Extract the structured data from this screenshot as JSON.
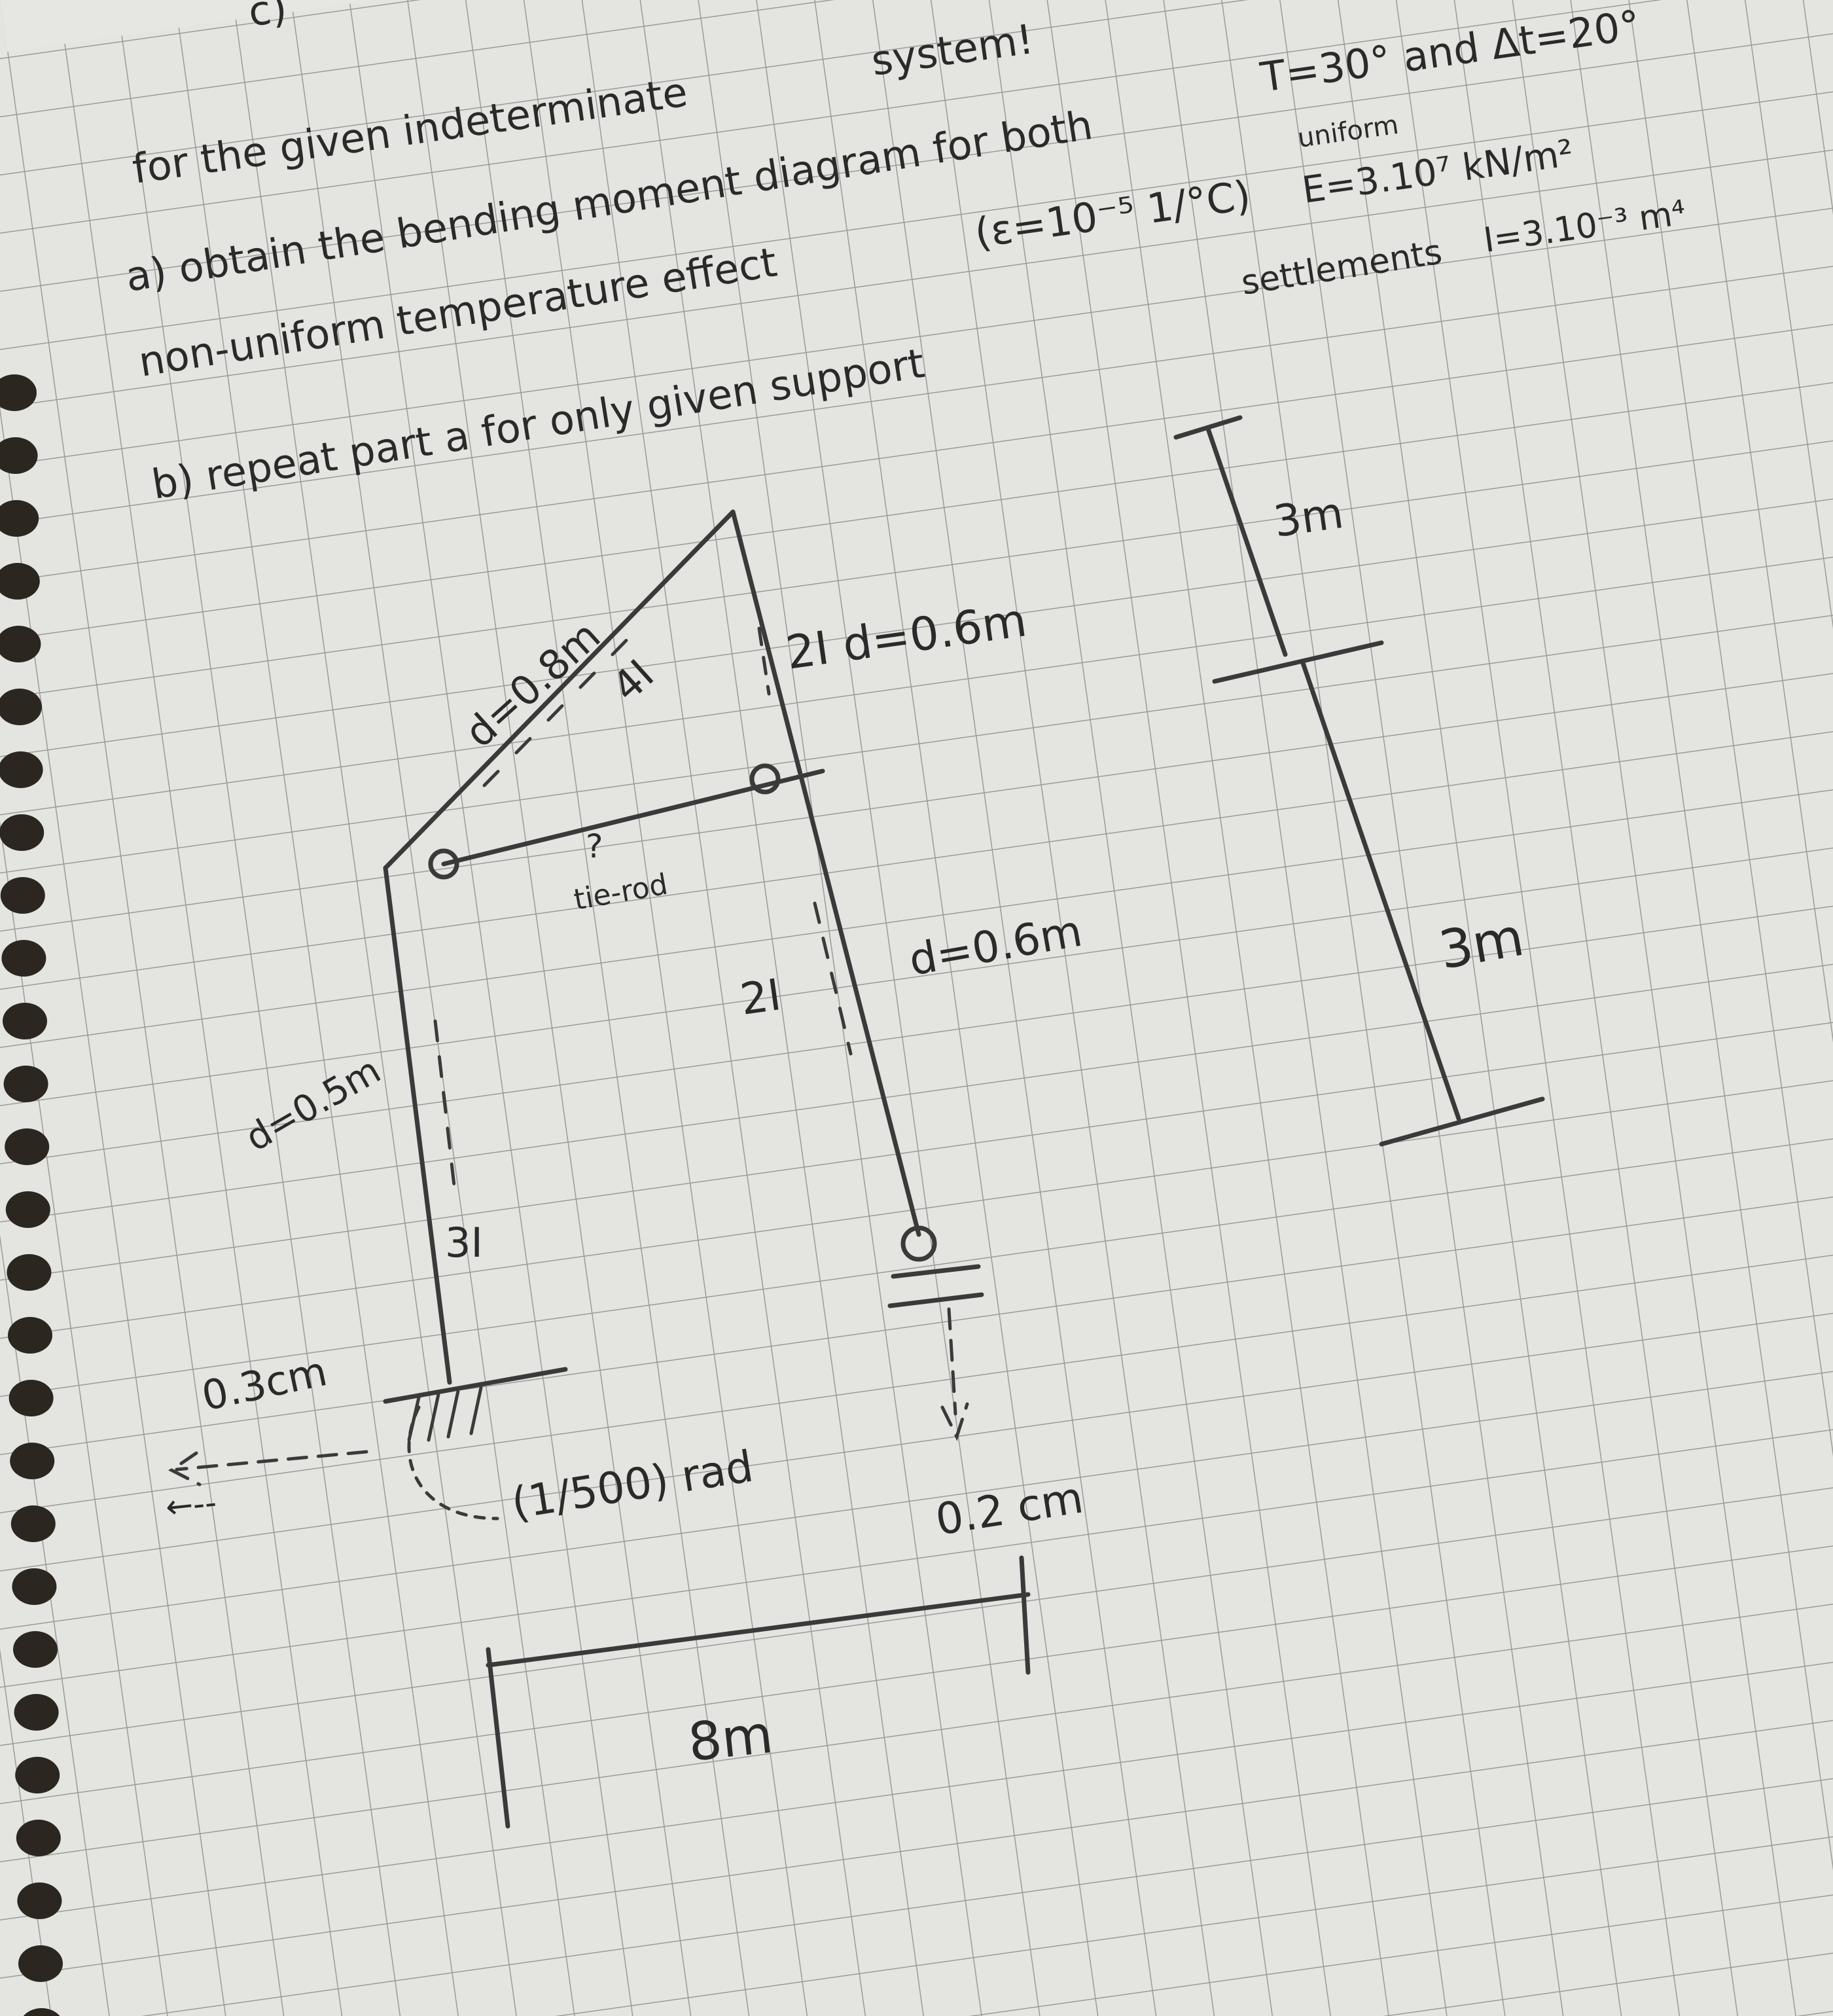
{
  "page": {
    "corner_mark": "c)",
    "line1_end": "system!",
    "line1": "for the given indeterminate",
    "line2": "a) obtain the bending moment diagram for both",
    "temps": "T=30° and Δt=20°",
    "uniform_note": "uniform",
    "alpha": "(ε=10⁻⁵ 1/°C)",
    "modulus": "E=3.10⁷ kN/m²",
    "inertia": "I=3.10⁻³ m⁴",
    "line3": "non-uniform  temperature  effect",
    "line4_end": "settlements",
    "line4": "b) repeat part a for only given support"
  },
  "diagram": {
    "diag_depth": "d=0.8m",
    "diag_inertia": "4I",
    "right_upper": "2I  d=0.6m",
    "tie_rod_q": "?",
    "tie_rod": "tie-rod",
    "right_lower_inertia": "2I",
    "right_lower_depth": "d=0.6m",
    "left_depth": "d=0.5m",
    "left_inertia": "3I",
    "horiz_settlement": "0.3cm",
    "arrow_left": "←--",
    "rotation": "(1/500) rad",
    "vert_settlement": "0.2 cm",
    "dim_top": "3m",
    "dim_bottom": "3m",
    "dim_span": "8m"
  },
  "colors": {
    "paper": "#e4e4e0",
    "grid": "#9a9a98",
    "ink": "#2a2a2a"
  }
}
